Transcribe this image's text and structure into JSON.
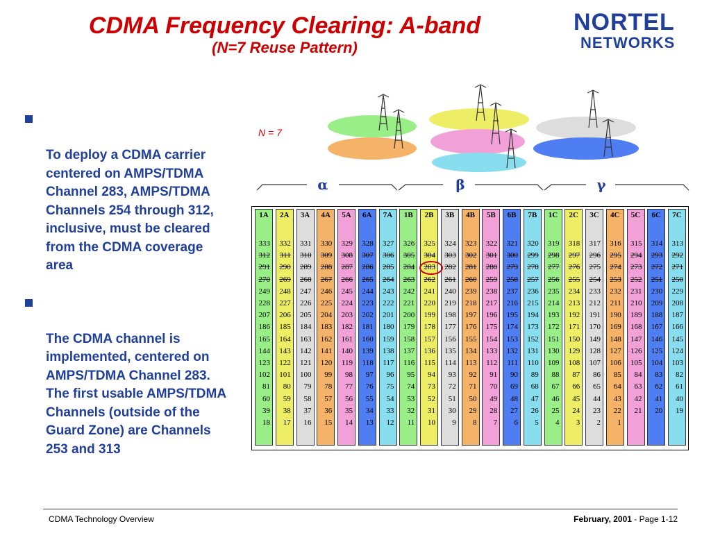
{
  "header": {
    "title": "CDMA Frequency Clearing: A-band",
    "subtitle": "(N=7 Reuse Pattern)"
  },
  "logo": {
    "line1": "NORTEL",
    "line2": "NETWORKS"
  },
  "bullets": [
    "To deploy a CDMA carrier centered on AMPS/TDMA Channel 283, AMPS/TDMA Channels 254 through 312, inclusive, must be cleared from the CDMA coverage area",
    "The CDMA channel is implemented, centered on AMPS/TDMA Channel 283.  The first usable AMPS/TDMA Channels (outside of the Guard Zone) are Channels 253 and 313"
  ],
  "diagram": {
    "label": "N = 7"
  },
  "groups": [
    {
      "symbol": "α"
    },
    {
      "symbol": "β"
    },
    {
      "symbol": "γ"
    }
  ],
  "colors": {
    "title": "#cc0000",
    "text": "#1f3f9a",
    "green": "#99ee88",
    "yellow": "#eeee66",
    "gray": "#dddddd",
    "orange": "#f5b36a",
    "pink": "#f2a0d8",
    "blue": "#4f7df2",
    "cyan": "#88ddee"
  },
  "table": {
    "columns": [
      {
        "label": "1A",
        "color": "green",
        "values": [
          "333",
          "312",
          "291",
          "270",
          "249",
          "228",
          "207",
          "186",
          "165",
          "144",
          "123",
          "102",
          "81",
          "60",
          "39",
          "18"
        ]
      },
      {
        "label": "2A",
        "color": "yellow",
        "values": [
          "332",
          "311",
          "290",
          "269",
          "248",
          "227",
          "206",
          "185",
          "164",
          "143",
          "122",
          "101",
          "80",
          "59",
          "38",
          "17"
        ]
      },
      {
        "label": "3A",
        "color": "gray",
        "values": [
          "331",
          "310",
          "289",
          "268",
          "247",
          "226",
          "205",
          "184",
          "163",
          "142",
          "121",
          "100",
          "79",
          "58",
          "37",
          "16"
        ]
      },
      {
        "label": "4A",
        "color": "orange",
        "values": [
          "330",
          "309",
          "288",
          "267",
          "246",
          "225",
          "204",
          "183",
          "162",
          "141",
          "120",
          "99",
          "78",
          "57",
          "36",
          "15"
        ]
      },
      {
        "label": "5A",
        "color": "pink",
        "values": [
          "329",
          "308",
          "287",
          "266",
          "245",
          "224",
          "203",
          "182",
          "161",
          "140",
          "119",
          "98",
          "77",
          "56",
          "35",
          "14"
        ]
      },
      {
        "label": "6A",
        "color": "blue",
        "values": [
          "328",
          "307",
          "286",
          "265",
          "244",
          "223",
          "202",
          "181",
          "160",
          "139",
          "118",
          "97",
          "76",
          "55",
          "34",
          "13"
        ]
      },
      {
        "label": "7A",
        "color": "cyan",
        "values": [
          "327",
          "306",
          "285",
          "264",
          "243",
          "222",
          "201",
          "180",
          "159",
          "138",
          "117",
          "96",
          "75",
          "54",
          "33",
          "12"
        ]
      },
      {
        "label": "1B",
        "color": "green",
        "values": [
          "326",
          "305",
          "284",
          "263",
          "242",
          "221",
          "200",
          "179",
          "158",
          "137",
          "116",
          "95",
          "74",
          "53",
          "32",
          "11"
        ]
      },
      {
        "label": "2B",
        "color": "yellow",
        "values": [
          "325",
          "304",
          "283",
          "262",
          "241",
          "220",
          "199",
          "178",
          "157",
          "136",
          "115",
          "94",
          "73",
          "52",
          "31",
          "10"
        ]
      },
      {
        "label": "3B",
        "color": "gray",
        "values": [
          "324",
          "303",
          "282",
          "261",
          "240",
          "219",
          "198",
          "177",
          "156",
          "135",
          "114",
          "93",
          "72",
          "51",
          "30",
          "9"
        ]
      },
      {
        "label": "4B",
        "color": "orange",
        "values": [
          "323",
          "302",
          "281",
          "260",
          "239",
          "218",
          "197",
          "176",
          "155",
          "134",
          "113",
          "92",
          "71",
          "50",
          "29",
          "8"
        ]
      },
      {
        "label": "5B",
        "color": "pink",
        "values": [
          "322",
          "301",
          "280",
          "259",
          "238",
          "217",
          "196",
          "175",
          "154",
          "133",
          "112",
          "91",
          "70",
          "49",
          "28",
          "7"
        ]
      },
      {
        "label": "6B",
        "color": "blue",
        "values": [
          "321",
          "300",
          "279",
          "258",
          "237",
          "216",
          "195",
          "174",
          "153",
          "132",
          "111",
          "90",
          "69",
          "48",
          "27",
          "6"
        ]
      },
      {
        "label": "7B",
        "color": "cyan",
        "values": [
          "320",
          "299",
          "278",
          "257",
          "236",
          "215",
          "194",
          "173",
          "152",
          "131",
          "110",
          "89",
          "68",
          "47",
          "26",
          "5"
        ]
      },
      {
        "label": "1C",
        "color": "green",
        "values": [
          "319",
          "298",
          "277",
          "256",
          "235",
          "214",
          "193",
          "172",
          "151",
          "130",
          "109",
          "88",
          "67",
          "46",
          "25",
          "4"
        ]
      },
      {
        "label": "2C",
        "color": "yellow",
        "values": [
          "318",
          "297",
          "276",
          "255",
          "234",
          "213",
          "192",
          "171",
          "150",
          "129",
          "108",
          "87",
          "66",
          "45",
          "24",
          "3"
        ]
      },
      {
        "label": "3C",
        "color": "gray",
        "values": [
          "317",
          "296",
          "275",
          "254",
          "233",
          "212",
          "191",
          "170",
          "149",
          "128",
          "107",
          "86",
          "65",
          "44",
          "23",
          "2"
        ]
      },
      {
        "label": "4C",
        "color": "orange",
        "values": [
          "316",
          "295",
          "274",
          "253",
          "232",
          "211",
          "190",
          "169",
          "148",
          "127",
          "106",
          "85",
          "64",
          "43",
          "22",
          "1"
        ]
      },
      {
        "label": "5C",
        "color": "pink",
        "values": [
          "315",
          "294",
          "273",
          "252",
          "231",
          "210",
          "189",
          "168",
          "147",
          "126",
          "105",
          "84",
          "63",
          "42",
          "21"
        ]
      },
      {
        "label": "6C",
        "color": "blue",
        "values": [
          "314",
          "293",
          "272",
          "251",
          "230",
          "209",
          "188",
          "167",
          "146",
          "125",
          "104",
          "83",
          "62",
          "41",
          "20"
        ]
      },
      {
        "label": "7C",
        "color": "cyan",
        "values": [
          "313",
          "292",
          "271",
          "250",
          "229",
          "208",
          "187",
          "166",
          "145",
          "124",
          "103",
          "82",
          "61",
          "40",
          "19"
        ]
      }
    ]
  },
  "footer": {
    "left": "CDMA Technology Overview",
    "date": "February, 2001",
    "sep": " -  ",
    "page": "Page 1-12"
  }
}
